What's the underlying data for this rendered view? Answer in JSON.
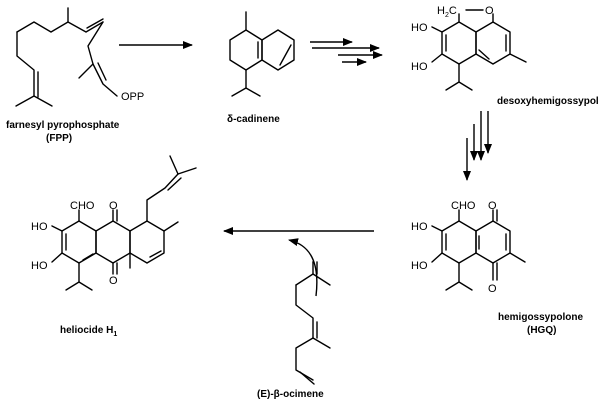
{
  "compounds": {
    "fpp": {
      "name": "farnesyl pyrophosphate",
      "abbr": "(FPP)",
      "group": "OPP"
    },
    "cadinene": {
      "name": "-cadinene",
      "greek": "δ"
    },
    "desoxy": {
      "name": "desoxyhemigossypol",
      "ho1": "HO",
      "ho2": "HO",
      "h2c": "H",
      "h2c_sub": "2",
      "h2c_c": "C",
      "o": "O"
    },
    "hgq": {
      "name": "hemigossypolone",
      "abbr": "(HGQ)",
      "cho": "CHO",
      "ho1": "HO",
      "ho2": "HO",
      "o1": "O",
      "o2": "O"
    },
    "heliocide": {
      "name": "heliocide H",
      "sub": "1",
      "cho": "CHO",
      "ho1": "HO",
      "ho2": "HO",
      "o1": "O",
      "o2": "O"
    },
    "ocimene": {
      "prefix": "(E)-",
      "greek": "β",
      "suffix": "-ocimene"
    }
  },
  "arrows": [
    "single",
    "double",
    "double",
    "single",
    "curved"
  ],
  "colors": {
    "ink": "#000000",
    "background": "#ffffff"
  }
}
